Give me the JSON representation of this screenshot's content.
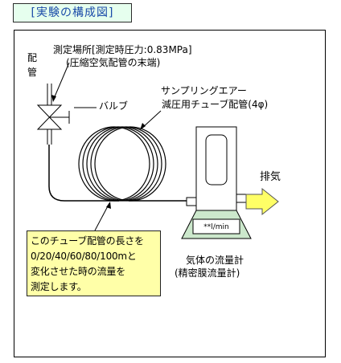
{
  "title": "[実験の構成図]",
  "labels": {
    "pipe_vertical": [
      "配",
      "管"
    ],
    "location_line1": "測定場所[測定時圧力:0.83MPa]",
    "location_line2": "(圧縮空気配管の末端)",
    "valve": "バルブ",
    "tube_line1": "サンプリングエアー",
    "tube_line2": "減圧用チューブ配管(4φ)",
    "exhaust": "排気",
    "meter_reading": "**l/min",
    "meter_name_line1": "気体の流量計",
    "meter_name_line2": "(精密膜流量計)"
  },
  "note": [
    "このチューブ配管の長さを",
    "0/20/40/60/80/100mと",
    "変化させた時の流量を",
    "測定します。"
  ],
  "colors": {
    "title_text": "#1a4aa8",
    "title_bg": "#e6ffee",
    "note_bg": "#ffffa8",
    "arrow_fill": "#ffff66",
    "meter_body": "#ffffff",
    "meter_base": "#cce8cc"
  }
}
